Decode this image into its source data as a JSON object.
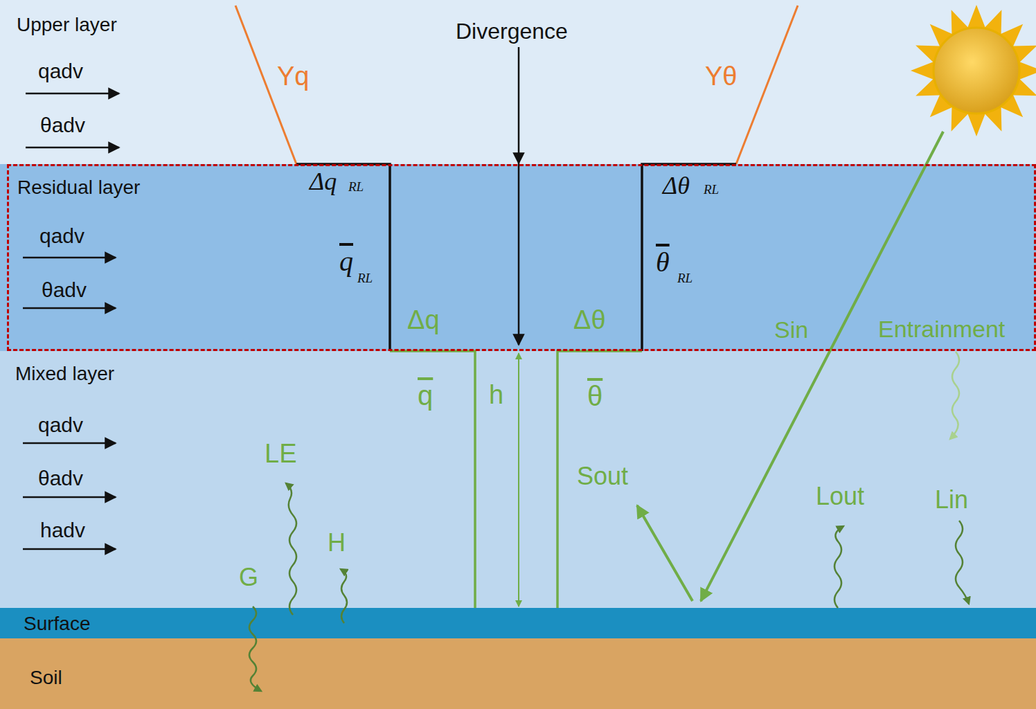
{
  "diagram": {
    "nodes": [
      {
        "text": [
          "Upper layer"
        ]
      },
      {
        "text": [
          "Residual layer"
        ]
      },
      {
        "text": [
          "Mixed layer"
        ]
      },
      {
        "text": [
          "Surface"
        ]
      },
      {
        "text": [
          "Soil"
        ]
      }
    ],
    "labels": [
      "Divergence",
      "Υq",
      "Υθ",
      "qadv",
      "θadv",
      "Δq",
      "RL",
      "q",
      "RL",
      "Δθ",
      "RL",
      "θ",
      "RL",
      "qadv",
      "θadv",
      "Δq",
      "Δθ",
      "Sin",
      "Entrainment",
      "q",
      "h",
      "θ",
      "qadv",
      "θadv",
      "hadv",
      "LE",
      "Sout",
      "Lout",
      "Lin",
      "H",
      "G"
    ]
  }
}
